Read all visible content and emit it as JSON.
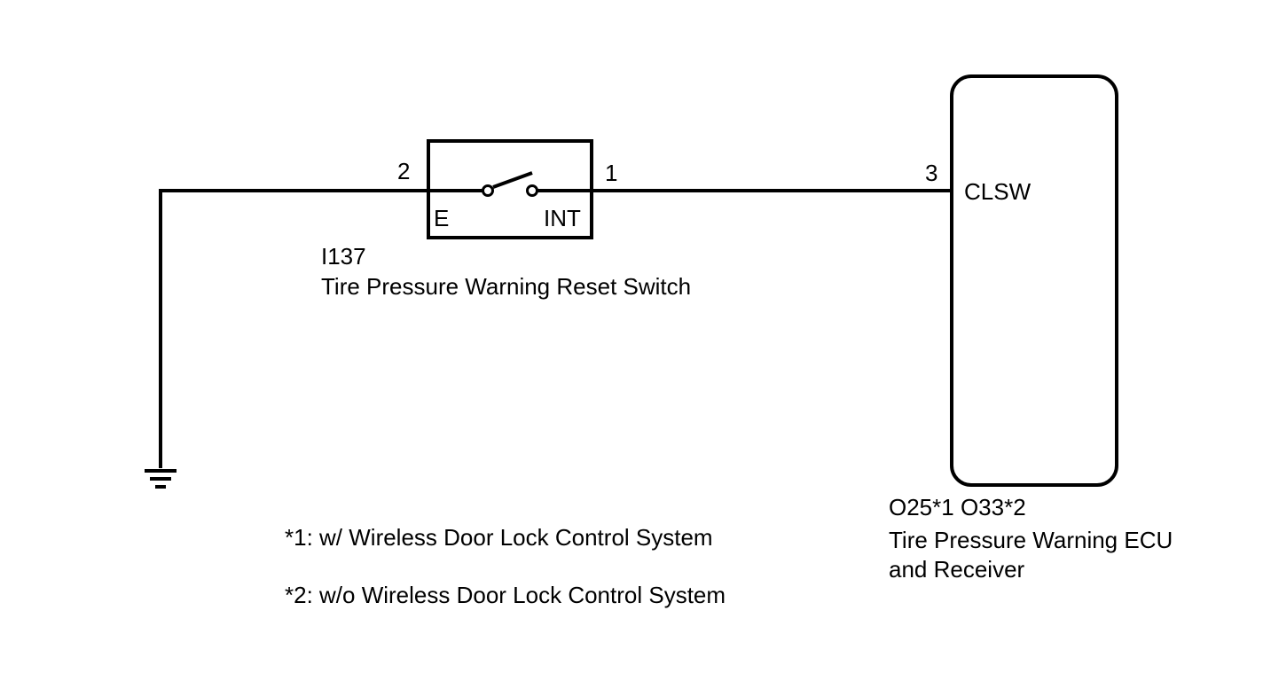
{
  "switch": {
    "id": "I137",
    "name": "Tire Pressure Warning Reset Switch",
    "pin_left": "2",
    "pin_right": "1",
    "terminal_left": "E",
    "terminal_right": "INT"
  },
  "ecu": {
    "id": "O25*1 O33*2",
    "name_line1": "Tire Pressure Warning ECU",
    "name_line2": "and Receiver",
    "pin": "3",
    "terminal": "CLSW"
  },
  "notes": [
    "*1: w/ Wireless Door Lock Control System",
    "*2: w/o Wireless Door Lock Control System"
  ],
  "colors": {
    "line": "#000000",
    "background": "#ffffff"
  }
}
